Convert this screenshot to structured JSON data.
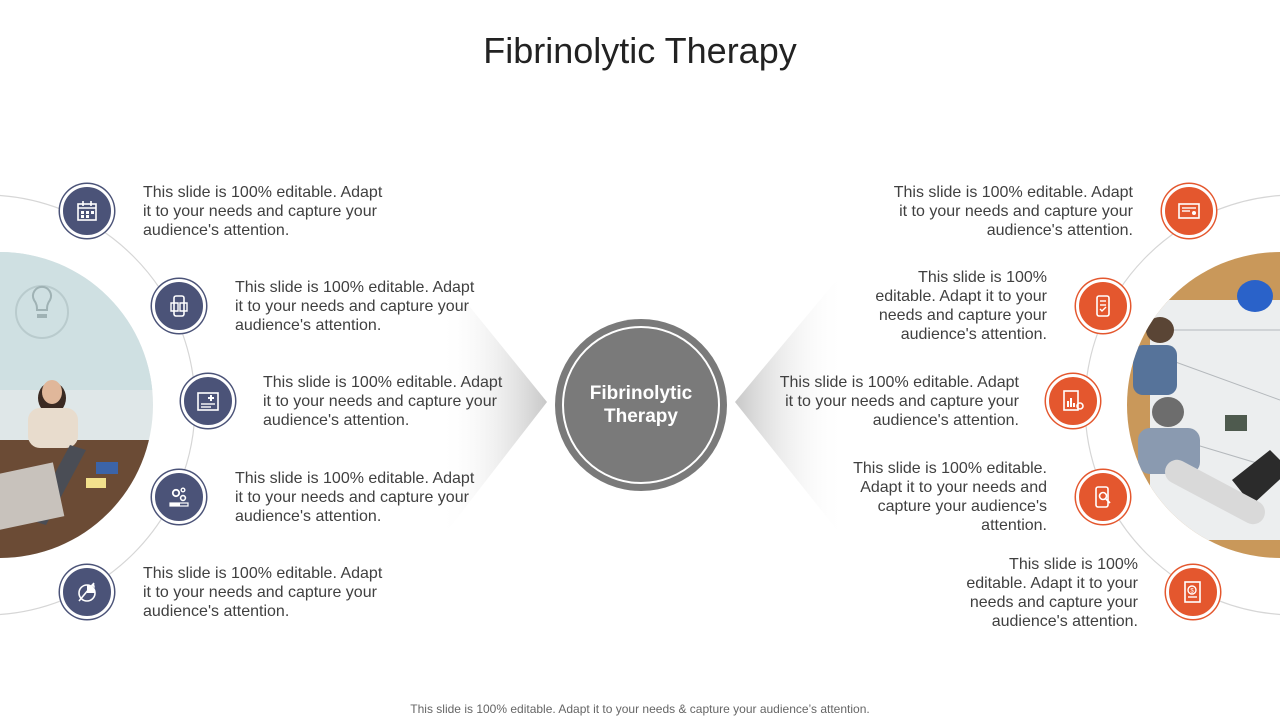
{
  "title": "Fibrinolytic Therapy",
  "center_label": "Fibrinolytic Therapy",
  "footer": "This slide is 100% editable. Adapt it to your needs & capture your audience’s attention.",
  "colors": {
    "left_accent": "#4b5378",
    "right_accent": "#e4572e",
    "center": "#7a7a7a"
  },
  "left_items": [
    {
      "icon": "calendar-icon",
      "text": "This slide is 100% editable. Adapt it to your needs and capture your audience's attention."
    },
    {
      "icon": "mobile-book-icon",
      "text": "This slide is 100% editable. Adapt it to your needs and capture your audience's attention."
    },
    {
      "icon": "medical-card-icon",
      "text": "This slide is 100% editable. Adapt it to your needs and capture your audience's attention."
    },
    {
      "icon": "gears-progress-icon",
      "text": "This slide is 100% editable. Adapt it to your needs and capture your audience's attention."
    },
    {
      "icon": "target-chart-icon",
      "text": "This slide is 100% editable. Adapt it to your needs and capture your audience's attention."
    }
  ],
  "right_items": [
    {
      "icon": "certificate-icon",
      "text": "This slide is 100% editable. Adapt it to your needs and capture your audience's attention."
    },
    {
      "icon": "mobile-checklist-icon",
      "text": "This slide is 100% editable. Adapt it to your needs and capture your audience's attention."
    },
    {
      "icon": "report-gear-icon",
      "text": "This slide is 100% editable. Adapt it to your needs and capture your audience's attention."
    },
    {
      "icon": "mobile-search-icon",
      "text": "This slide is 100% editable. Adapt it to your needs and capture your audience's attention."
    },
    {
      "icon": "dollar-document-icon",
      "text": "This slide is 100% editable. Adapt it to your needs and capture your audience's attention."
    }
  ],
  "photos": {
    "left": "meeting-photo",
    "right": "engineers-photo"
  }
}
